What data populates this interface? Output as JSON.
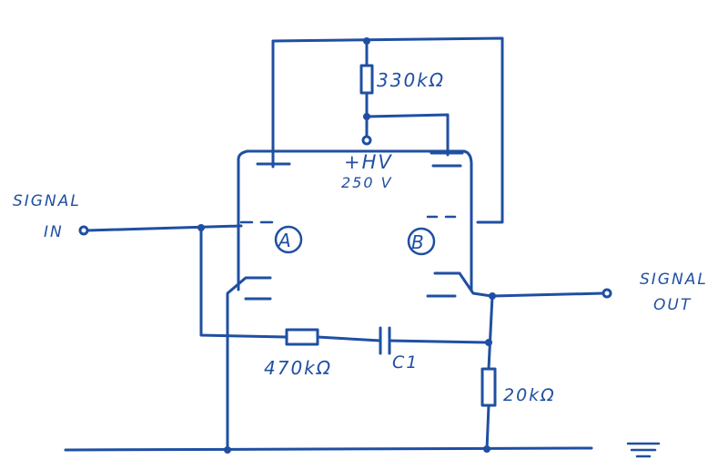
{
  "labels": {
    "signal_in_1": "SIGNAL",
    "signal_in_2": "IN",
    "signal_out_1": "SIGNAL",
    "signal_out_2": "OUT",
    "r_top": "330kΩ",
    "hv_1": "+HV",
    "hv_2": "250 V",
    "tube_a": "A",
    "tube_b": "B",
    "r_bottom": "470kΩ",
    "cap": "C1",
    "r_right": "20kΩ"
  },
  "colors": {
    "ink": "#1f4fa3",
    "paper": "#ffffff"
  }
}
